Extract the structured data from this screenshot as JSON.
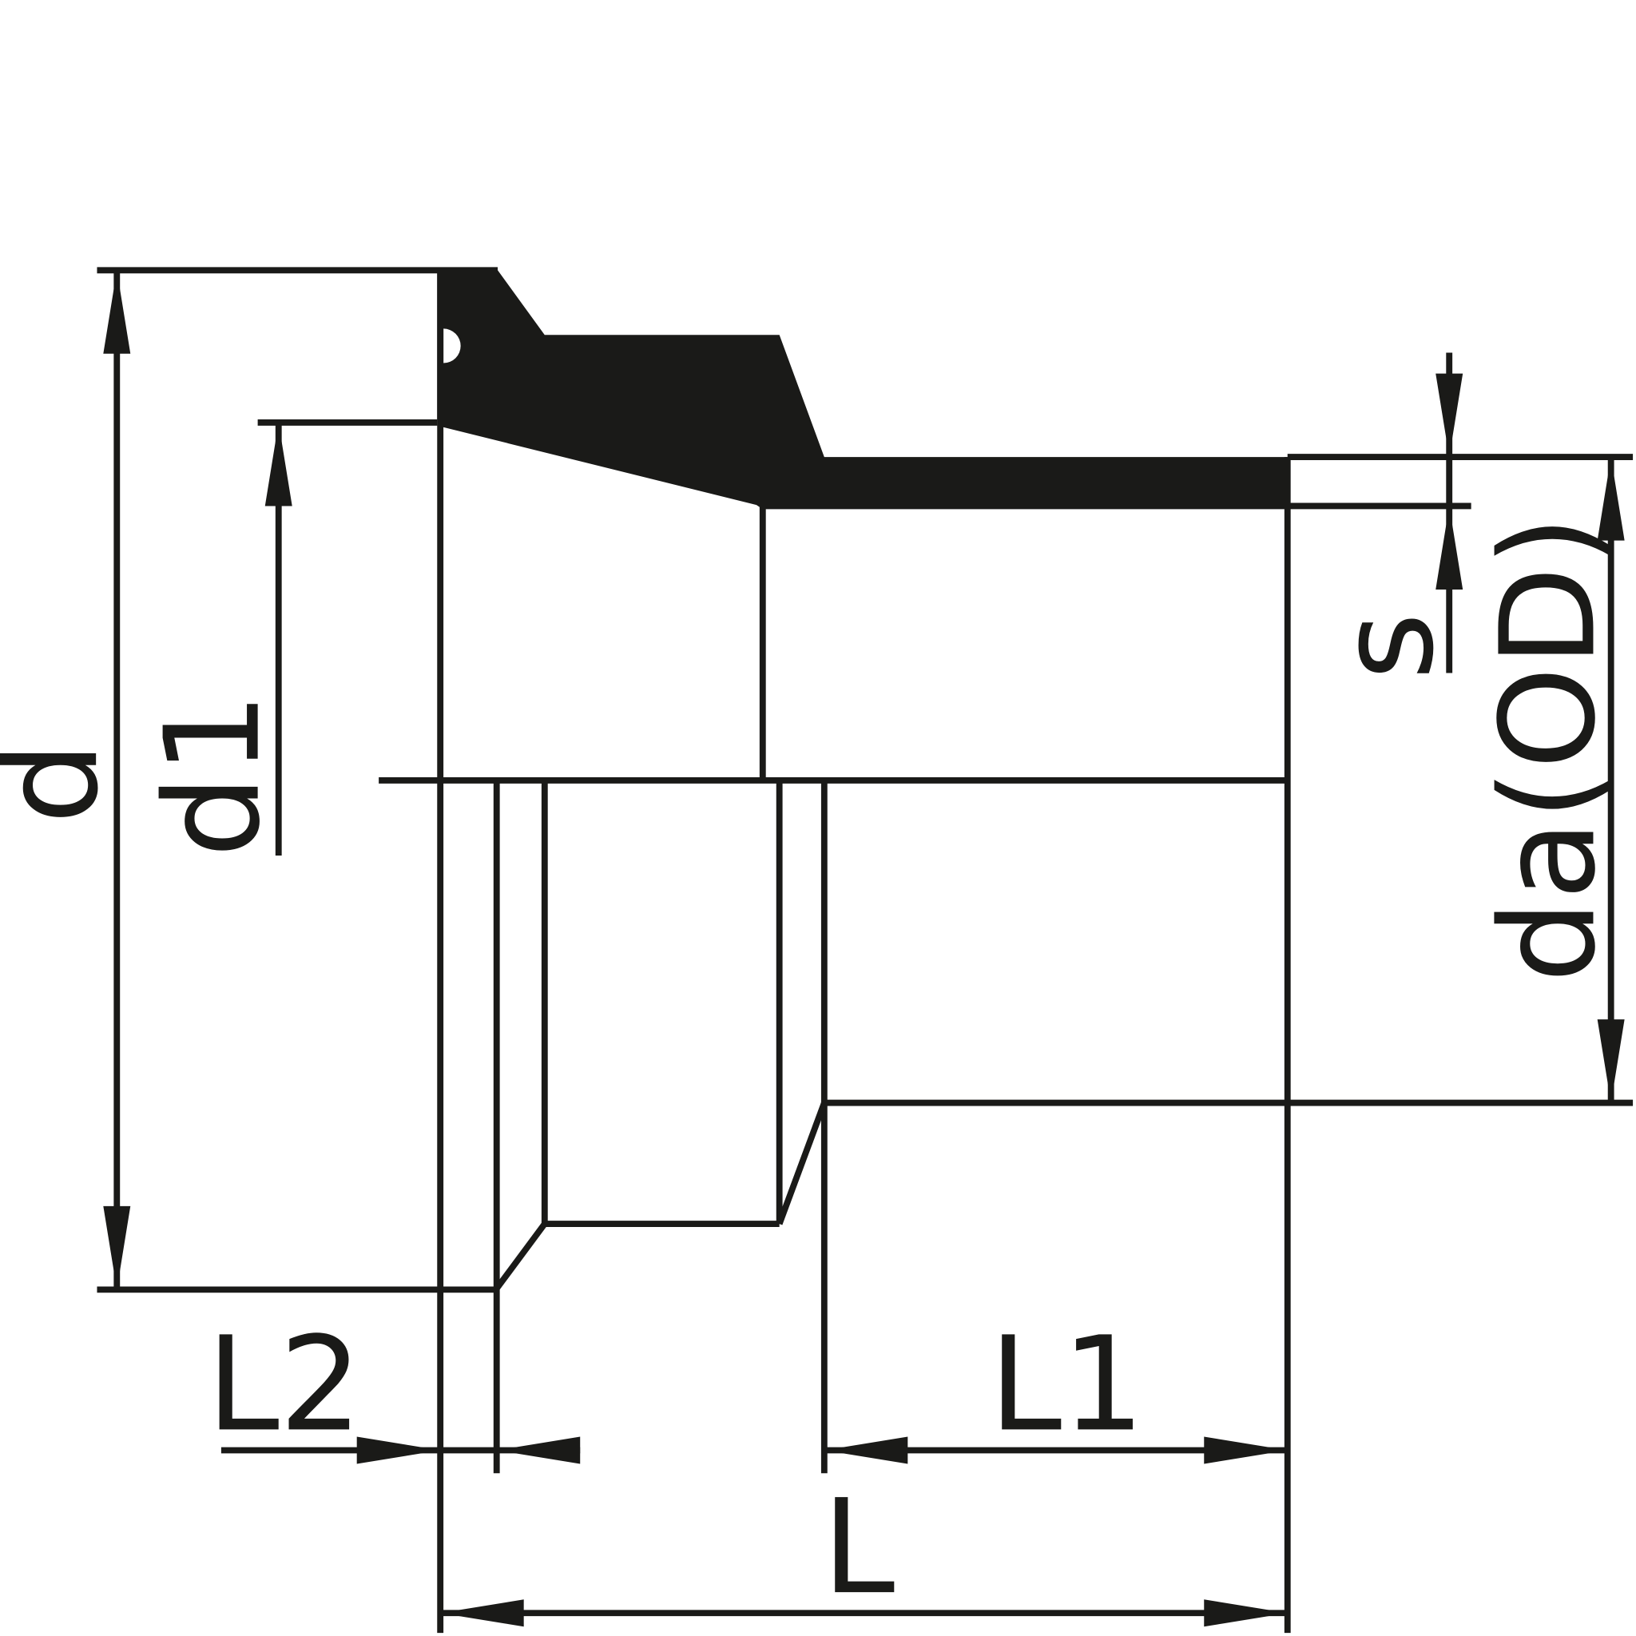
{
  "drawing": {
    "type": "pipe fitting cross-section dimension drawing",
    "line_color": "#1a1a18",
    "labels": {
      "d": "d",
      "d1": "d1",
      "s": "s",
      "da": "da(OD)",
      "L2": "L2",
      "L1": "L1",
      "L": "L"
    }
  }
}
